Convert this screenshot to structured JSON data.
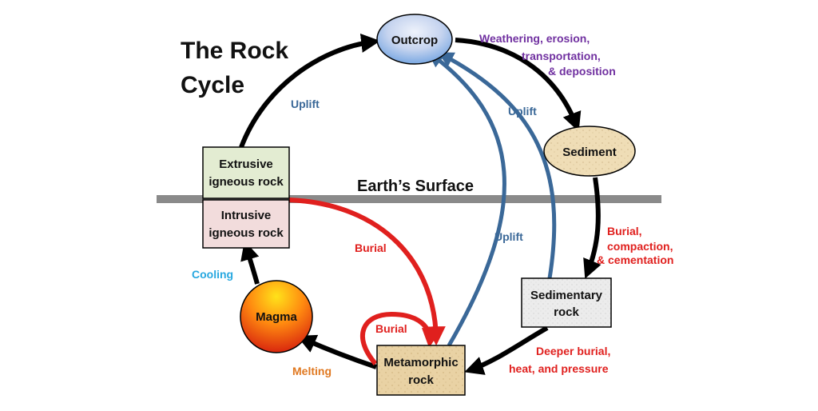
{
  "title": {
    "line1": "The Rock",
    "line2": "Cycle"
  },
  "surface": {
    "label": "Earth’s Surface"
  },
  "nodes": {
    "outcrop": {
      "label": "Outcrop"
    },
    "sediment": {
      "label": "Sediment"
    },
    "sedimentary": {
      "line1": "Sedimentary",
      "line2": "rock"
    },
    "metamorphic": {
      "line1": "Metamorphic",
      "line2": "rock"
    },
    "magma": {
      "label": "Magma"
    },
    "extrusive": {
      "line1": "Extrusive",
      "line2": "igneous rock"
    },
    "intrusive": {
      "line1": "Intrusive",
      "line2": "igneous rock"
    }
  },
  "processes": {
    "weathering": {
      "line1": "Weathering, erosion,",
      "line2": "transportation,",
      "line3": "& deposition"
    },
    "burial_compaction": {
      "line1": "Burial,",
      "line2": "compaction,",
      "line3": "& cementation"
    },
    "deeper_burial": {
      "line1": "Deeper burial,",
      "line2": "heat, and pressure"
    },
    "melting": "Melting",
    "cooling": "Cooling",
    "uplift_left": "Uplift",
    "uplift_right": "Uplift",
    "uplift_mid": "Uplift",
    "burial_igneous": "Burial",
    "burial_loop": "Burial"
  },
  "colors": {
    "weathering": "#7030a0",
    "burial": "#e0201e",
    "uplift": "#3a6898",
    "cooling": "#28a8e0",
    "melting": "#e07820",
    "cycle_arrow": "#000000",
    "surface_line": "#8a8a8a"
  }
}
